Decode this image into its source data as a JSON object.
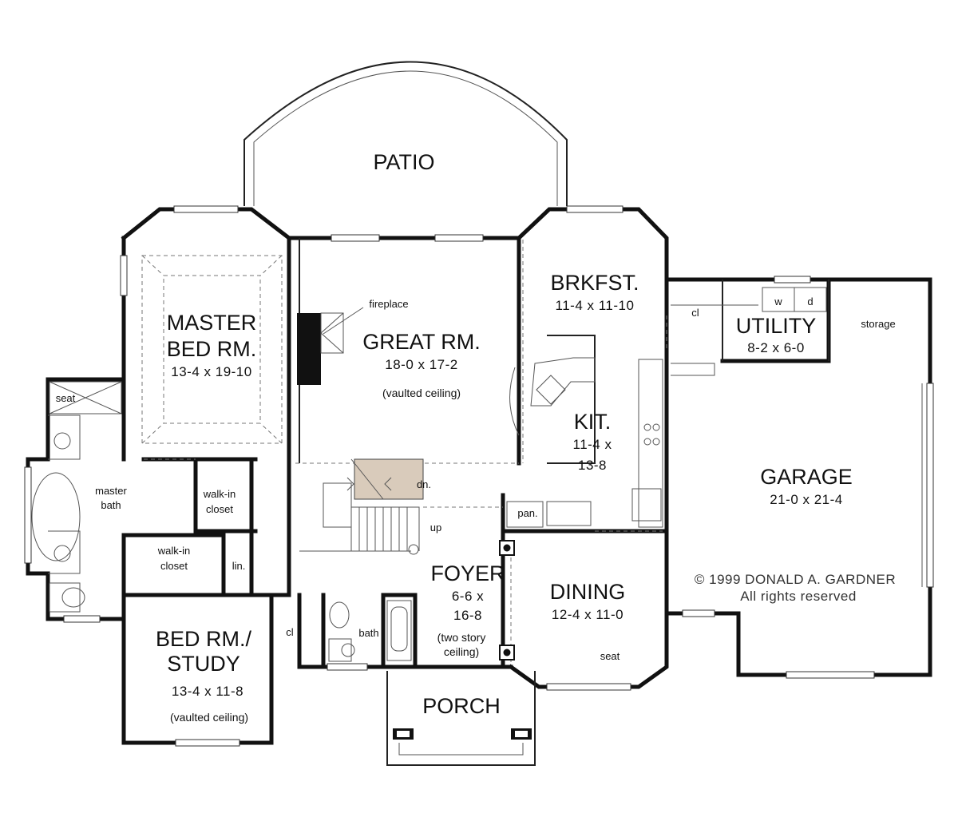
{
  "rooms": {
    "patio": {
      "name": "PATIO"
    },
    "master_bed": {
      "name_line1": "MASTER",
      "name_line2": "BED RM.",
      "dims": "13-4  x  19-10"
    },
    "great_rm": {
      "name": "GREAT RM.",
      "dims": "18-0  x  17-2",
      "note": "(vaulted ceiling)"
    },
    "brkfst": {
      "name": "BRKFST.",
      "dims": "11-4  x  11-10"
    },
    "utility": {
      "name": "UTILITY",
      "dims": "8-2  x  6-0"
    },
    "kit": {
      "name": "KIT.",
      "dims_line1": "11-4  x",
      "dims_line2": "13-8"
    },
    "garage": {
      "name": "GARAGE",
      "dims": "21-0  x  21-4"
    },
    "foyer": {
      "name": "FOYER",
      "dims_line1": "6-6  x",
      "dims_line2": "16-8",
      "note_line1": "(two story",
      "note_line2": "ceiling)"
    },
    "dining": {
      "name": "DINING",
      "dims": "12-4  x  11-0"
    },
    "bed_study": {
      "name_line1": "BED RM./",
      "name_line2": "STUDY",
      "dims": "13-4  x  11-8",
      "note": "(vaulted ceiling)"
    },
    "porch": {
      "name": "PORCH"
    }
  },
  "small_labels": {
    "fireplace": "fireplace",
    "seat_bath": "seat",
    "master_bath_line1": "master",
    "master_bath_line2": "bath",
    "walkin1_line1": "walk-in",
    "walkin1_line2": "closet",
    "walkin2_line1": "walk-in",
    "walkin2_line2": "closet",
    "lin": "lin.",
    "cl_study": "cl",
    "cl_utility": "cl",
    "bath": "bath",
    "dn": "dn.",
    "up": "up",
    "pan": "pan.",
    "seat_dining": "seat",
    "storage": "storage",
    "washer": "w",
    "dryer": "d"
  },
  "copyright": {
    "line1": "© 1999 DONALD A. GARDNER",
    "line2": "All rights reserved"
  }
}
